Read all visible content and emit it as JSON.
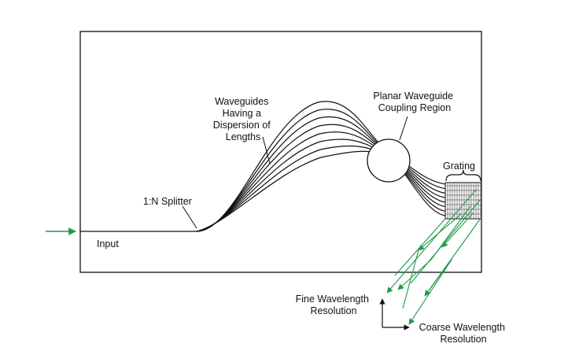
{
  "labels": {
    "input": "Input",
    "splitter": "1:N Splitter",
    "waveguides": [
      "Waveguides",
      "Having a",
      "Dispersion of",
      "Lengths"
    ],
    "coupling": [
      "Planar Waveguide",
      "Coupling Region"
    ],
    "grating": "Grating",
    "fine": [
      "Fine Wavelength",
      "Resolution"
    ],
    "coarse": [
      "Coarse Wavelength",
      "Resolution"
    ]
  },
  "colors": {
    "line": "#111111",
    "beam": "#1f9a4a",
    "background": "#ffffff"
  },
  "waveguide_count": 8
}
